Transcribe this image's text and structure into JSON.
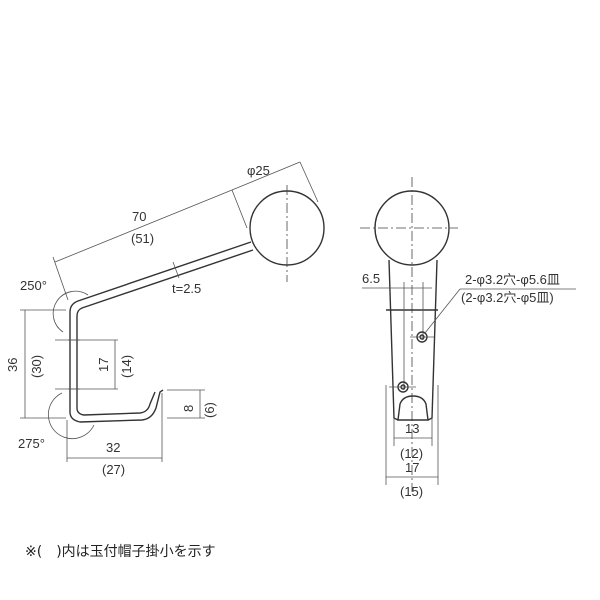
{
  "side_view": {
    "arm_length": "70",
    "arm_length_small": "(51)",
    "ball_diameter": "φ25",
    "thickness": "t=2.5",
    "angle_top": "250°",
    "angle_bottom": "275°",
    "height": "36",
    "height_small": "(30)",
    "hole_pitch": "17",
    "hole_pitch_small": "(14)",
    "tip_height": "8",
    "tip_height_small": "(6)",
    "hook_depth": "32",
    "hook_depth_small": "(27)"
  },
  "front_view": {
    "offset": "6.5",
    "hole_spec": "2-φ3.2穴-φ5.6皿",
    "hole_spec_small": "(2-φ3.2穴-φ5皿)",
    "inner_width": "13",
    "inner_width_small": "(12)",
    "outer_width": "17",
    "outer_width_small": "(15)"
  },
  "footnote": "※(　)内は玉付帽子掛小を示す"
}
